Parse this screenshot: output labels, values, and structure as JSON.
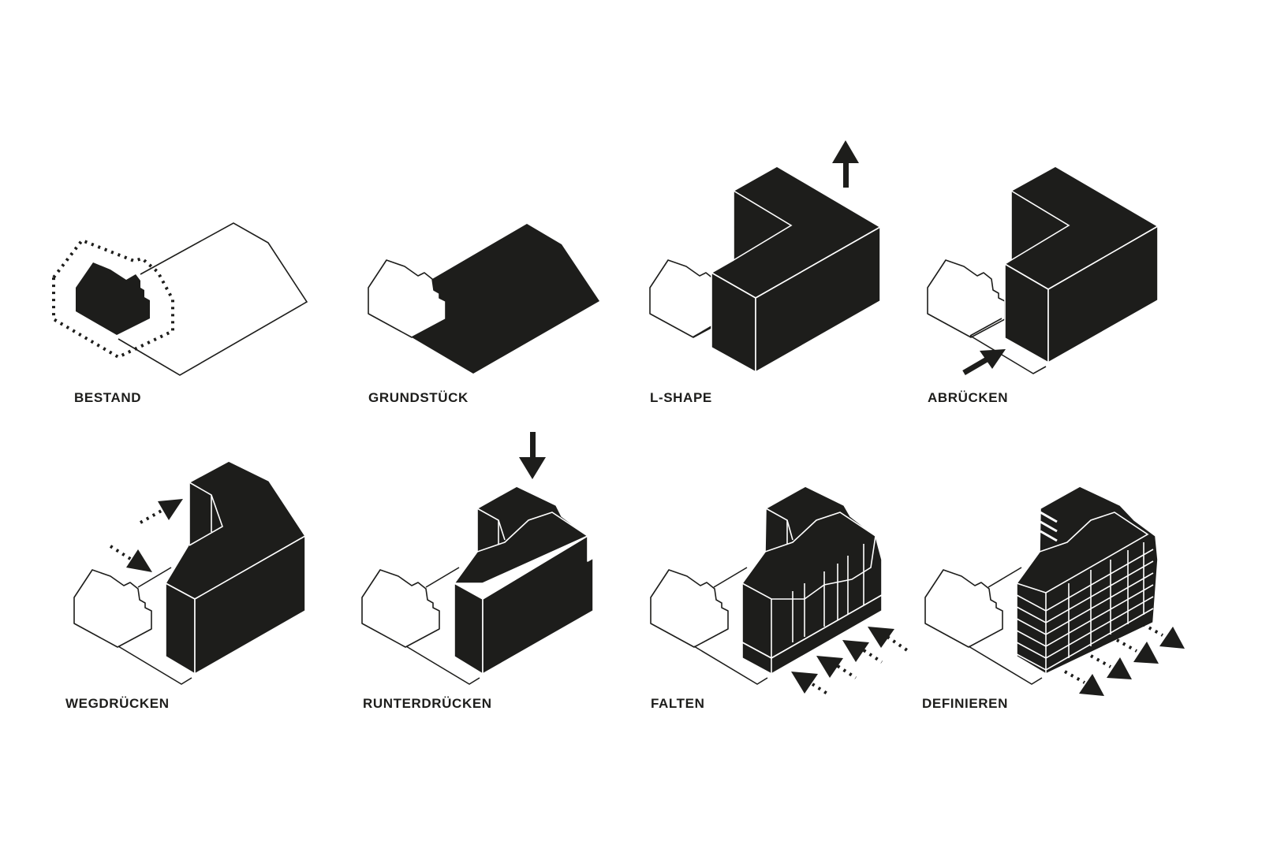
{
  "colors": {
    "ink": "#1d1d1b",
    "background": "#ffffff"
  },
  "steps": [
    {
      "label": "BESTAND"
    },
    {
      "label": "GRUNDSTÜCK"
    },
    {
      "label": "L-SHAPE"
    },
    {
      "label": "ABRÜCKEN"
    },
    {
      "label": "WEGDRÜCKEN"
    },
    {
      "label": "RUNTERDRÜCKEN"
    },
    {
      "label": "FALTEN"
    },
    {
      "label": "DEFINIEREN"
    }
  ]
}
